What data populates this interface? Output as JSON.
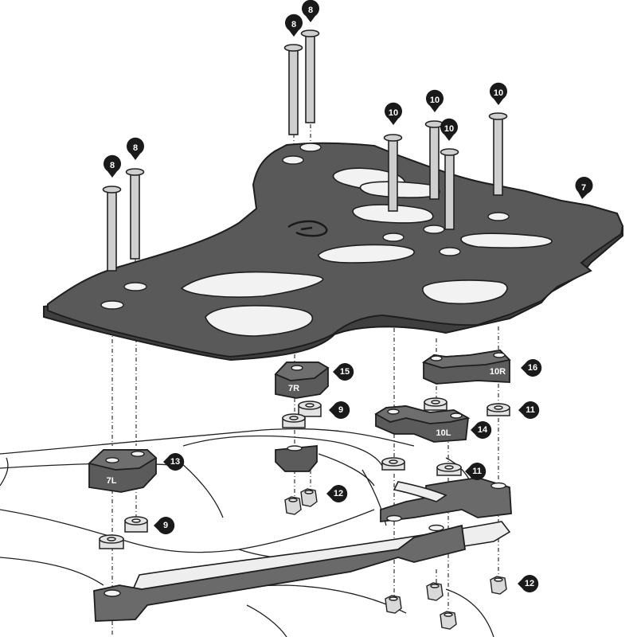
{
  "diagram": {
    "parts": [
      {
        "id": "7L",
        "label": "7L"
      },
      {
        "id": "7R",
        "label": "7R"
      },
      {
        "id": "10L",
        "label": "10L"
      },
      {
        "id": "10R",
        "label": "10R"
      }
    ],
    "callouts": [
      {
        "id": "c8a",
        "number": "8",
        "pin": "up"
      },
      {
        "id": "c8b",
        "number": "8",
        "pin": "up"
      },
      {
        "id": "c8c",
        "number": "8",
        "pin": "up"
      },
      {
        "id": "c8d",
        "number": "8",
        "pin": "up"
      },
      {
        "id": "c10a",
        "number": "10",
        "pin": "up"
      },
      {
        "id": "c10b",
        "number": "10",
        "pin": "up"
      },
      {
        "id": "c10c",
        "number": "10",
        "pin": "up"
      },
      {
        "id": "c10d",
        "number": "10",
        "pin": "up"
      },
      {
        "id": "c7",
        "number": "7",
        "pin": "down"
      },
      {
        "id": "c15",
        "number": "15",
        "pin": "left"
      },
      {
        "id": "c16",
        "number": "16",
        "pin": "left"
      },
      {
        "id": "c9a",
        "number": "9",
        "pin": "left"
      },
      {
        "id": "c11a",
        "number": "11",
        "pin": "left"
      },
      {
        "id": "c14",
        "number": "14",
        "pin": "left"
      },
      {
        "id": "c13",
        "number": "13",
        "pin": "left"
      },
      {
        "id": "c11b",
        "number": "11",
        "pin": "left"
      },
      {
        "id": "c12a",
        "number": "12",
        "pin": "left"
      },
      {
        "id": "c9b",
        "number": "9",
        "pin": "left"
      },
      {
        "id": "c12b",
        "number": "12",
        "pin": "left"
      }
    ]
  }
}
